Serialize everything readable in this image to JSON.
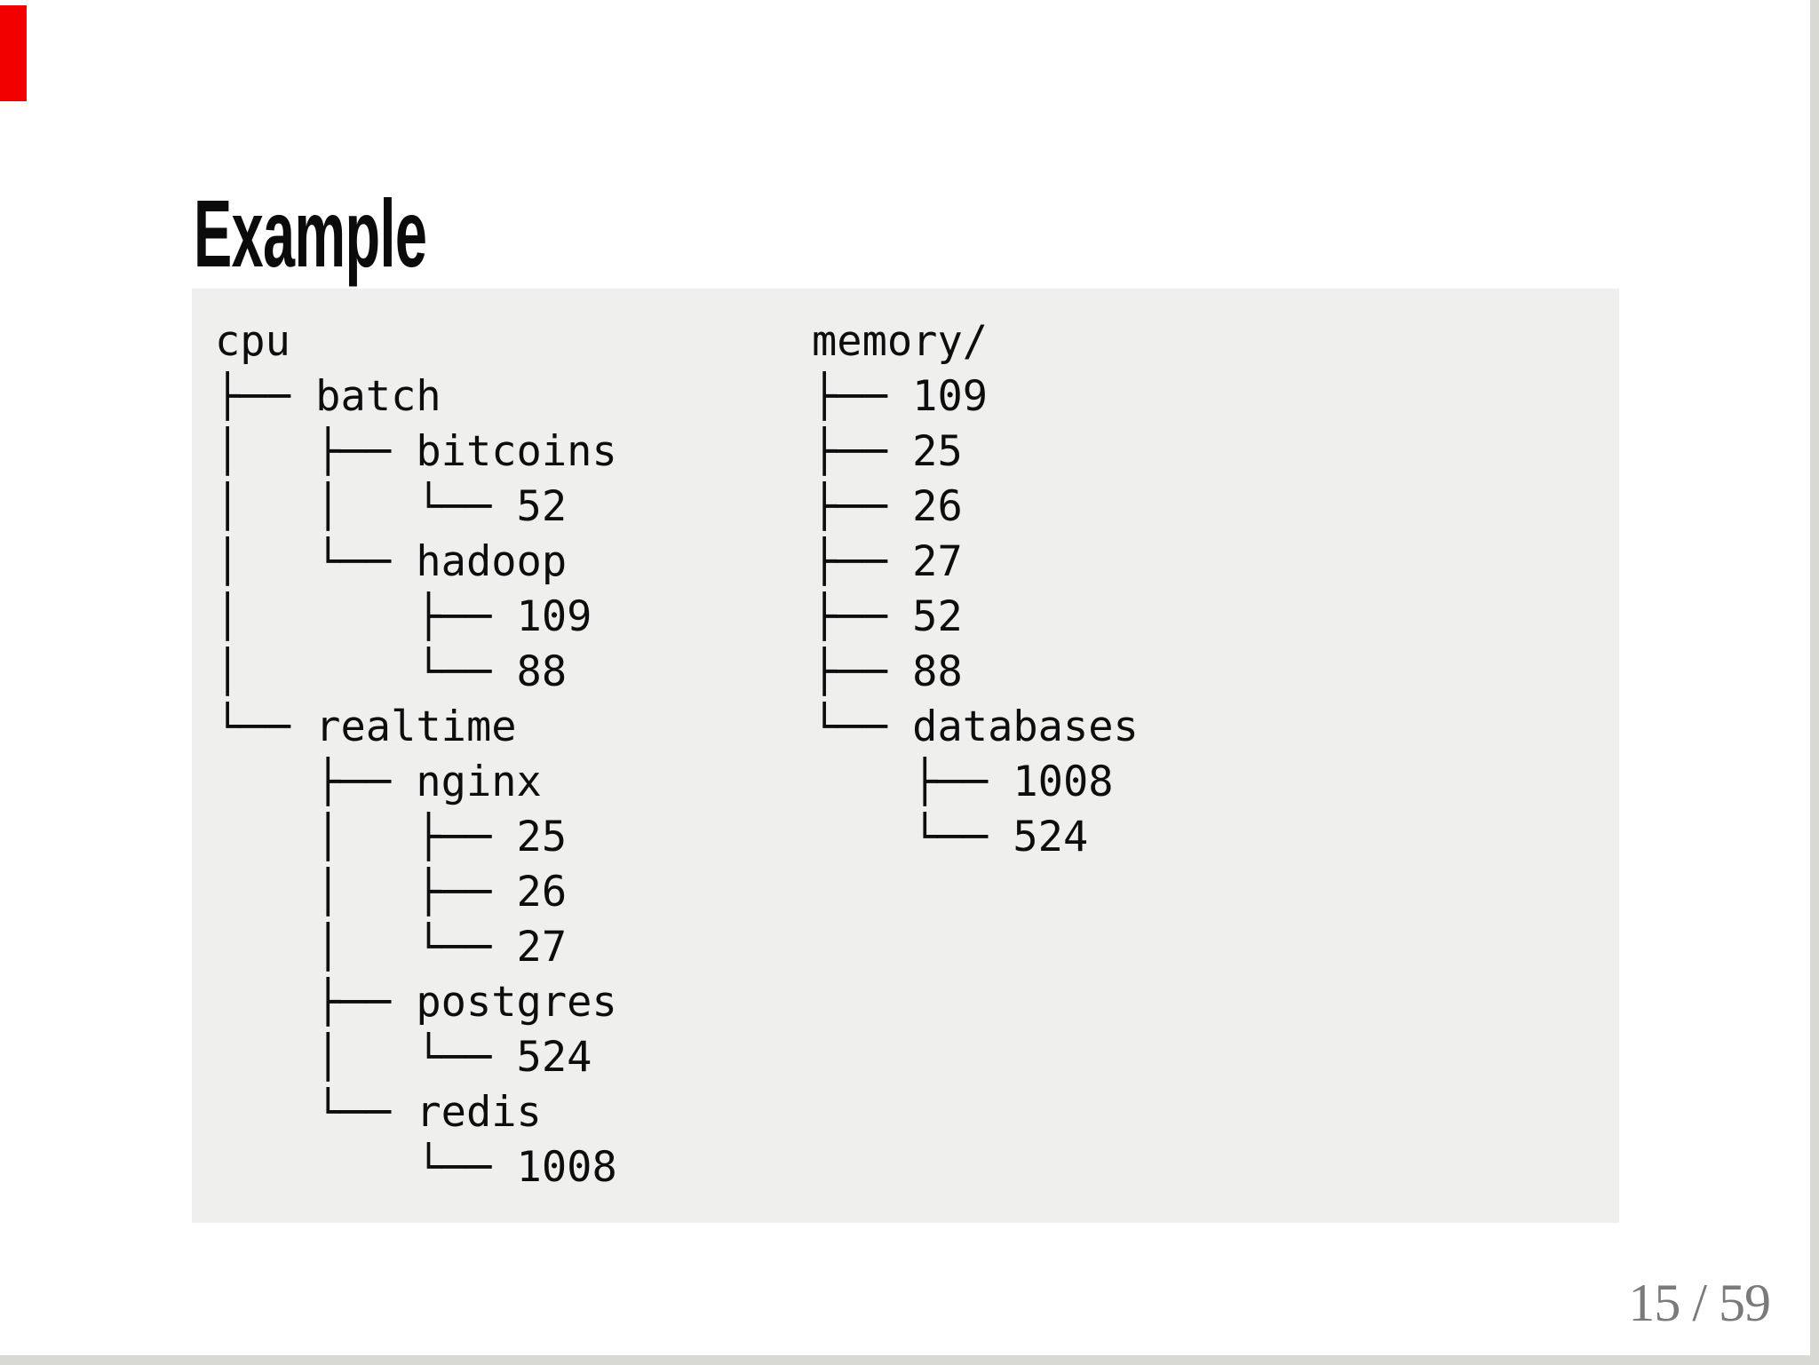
{
  "slide": {
    "title": "Example",
    "page_indicator": "15 / 59",
    "colors": {
      "background": "#ffffff",
      "panel_bg": "#efefee",
      "edge_band": "#d9d9d3",
      "marker_red": "#f20000",
      "page_number_gray": "#7a7a7a",
      "text_black": "#0d0d0d"
    }
  },
  "trees": {
    "cpu": {
      "root": "cpu",
      "ascii": "cpu\n├── batch\n│   ├── bitcoins\n│   │   └── 52\n│   └── hadoop\n│       ├── 109\n│       └── 88\n└── realtime\n    ├── nginx\n    │   ├── 25\n    │   ├── 26\n    │   └── 27\n    ├── postgres\n    │   └── 524\n    └── redis\n        └── 1008",
      "nodes": {
        "batch": {
          "bitcoins": [
            52
          ],
          "hadoop": [
            109,
            88
          ]
        },
        "realtime": {
          "nginx": [
            25,
            26,
            27
          ],
          "postgres": [
            524
          ],
          "redis": [
            1008
          ]
        }
      }
    },
    "memory": {
      "root": "memory/",
      "ascii": "memory/\n├── 109\n├── 25\n├── 26\n├── 27\n├── 52\n├── 88\n└── databases\n    ├── 1008\n    └── 524",
      "nodes": {
        "memory/": [
          109,
          25,
          26,
          27,
          52,
          88
        ],
        "databases": [
          1008,
          524
        ]
      }
    }
  }
}
